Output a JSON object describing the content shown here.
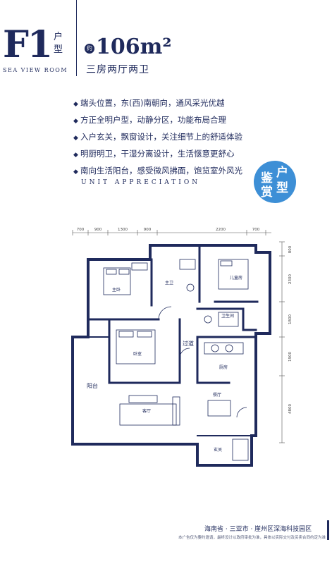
{
  "header": {
    "type_letter": "F1",
    "type_suffix": "户型",
    "sea_view": "SEA VIEW ROOM",
    "area_badge": "约",
    "area": "106m²",
    "rooms": "三房两厅两卫"
  },
  "features": [
    "端头位置，东(西)南朝向，通风采光优越",
    "方正全明户型，动静分区，功能布局合理",
    "入户玄关，飘窗设计，关注细节上的舒适体验",
    "明厨明卫，干湿分离设计，生活惬意更舒心",
    "南向生活阳台，感受微风拂面，饱览室外风光"
  ],
  "badge": {
    "chars": [
      "鉴",
      "户",
      "赏",
      "型"
    ]
  },
  "unit_appreciation": "UNIT APPRECIATION",
  "plan": {
    "dims_top": [
      "700",
      "900",
      "1300",
      "900",
      "2200",
      "700"
    ],
    "dims_right": [
      "800",
      "2300",
      "1800",
      "1900",
      "4800"
    ],
    "rooms": {
      "master": "主卧",
      "bath_main": "主卫",
      "child": "儿童房",
      "bath_guest": "卫生间",
      "bedroom2": "卧室",
      "corridor": "过道",
      "balcony": "阳台",
      "living": "客厅",
      "dining": "餐厅",
      "kitchen": "厨房",
      "entry": "玄关"
    }
  },
  "footer": {
    "address": "海南省 · 三亚市 · 崖州区深海科技园区",
    "note": "本广告仅为要约邀请，最终设计以政府审批为准，具体以实际交付及买卖合同约定为准"
  },
  "colors": {
    "navy": "#1f2a5c",
    "badge_blue": "#3d8fd6"
  }
}
